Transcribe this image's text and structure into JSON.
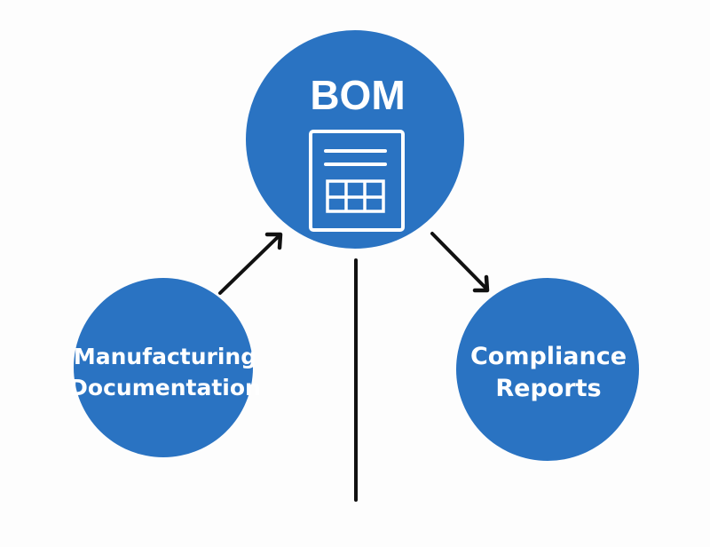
{
  "colors": {
    "node_fill": "#2a73c2",
    "node_text": "#ffffff",
    "connector": "#111111",
    "background": "#fdfdfd"
  },
  "nodes": {
    "bom": {
      "title": "BOM",
      "icon": "spreadsheet-document-icon"
    },
    "manufacturing": {
      "line1": "Manufacturing",
      "line2": "Documentation"
    },
    "compliance": {
      "line1": "Compliance",
      "line2": "Reports"
    }
  },
  "connectors": [
    {
      "from": "manufacturing",
      "to": "bom",
      "type": "arrow"
    },
    {
      "from": "bom",
      "to": "compliance",
      "type": "arrow"
    },
    {
      "from": "bom",
      "to": "below",
      "type": "line"
    }
  ]
}
